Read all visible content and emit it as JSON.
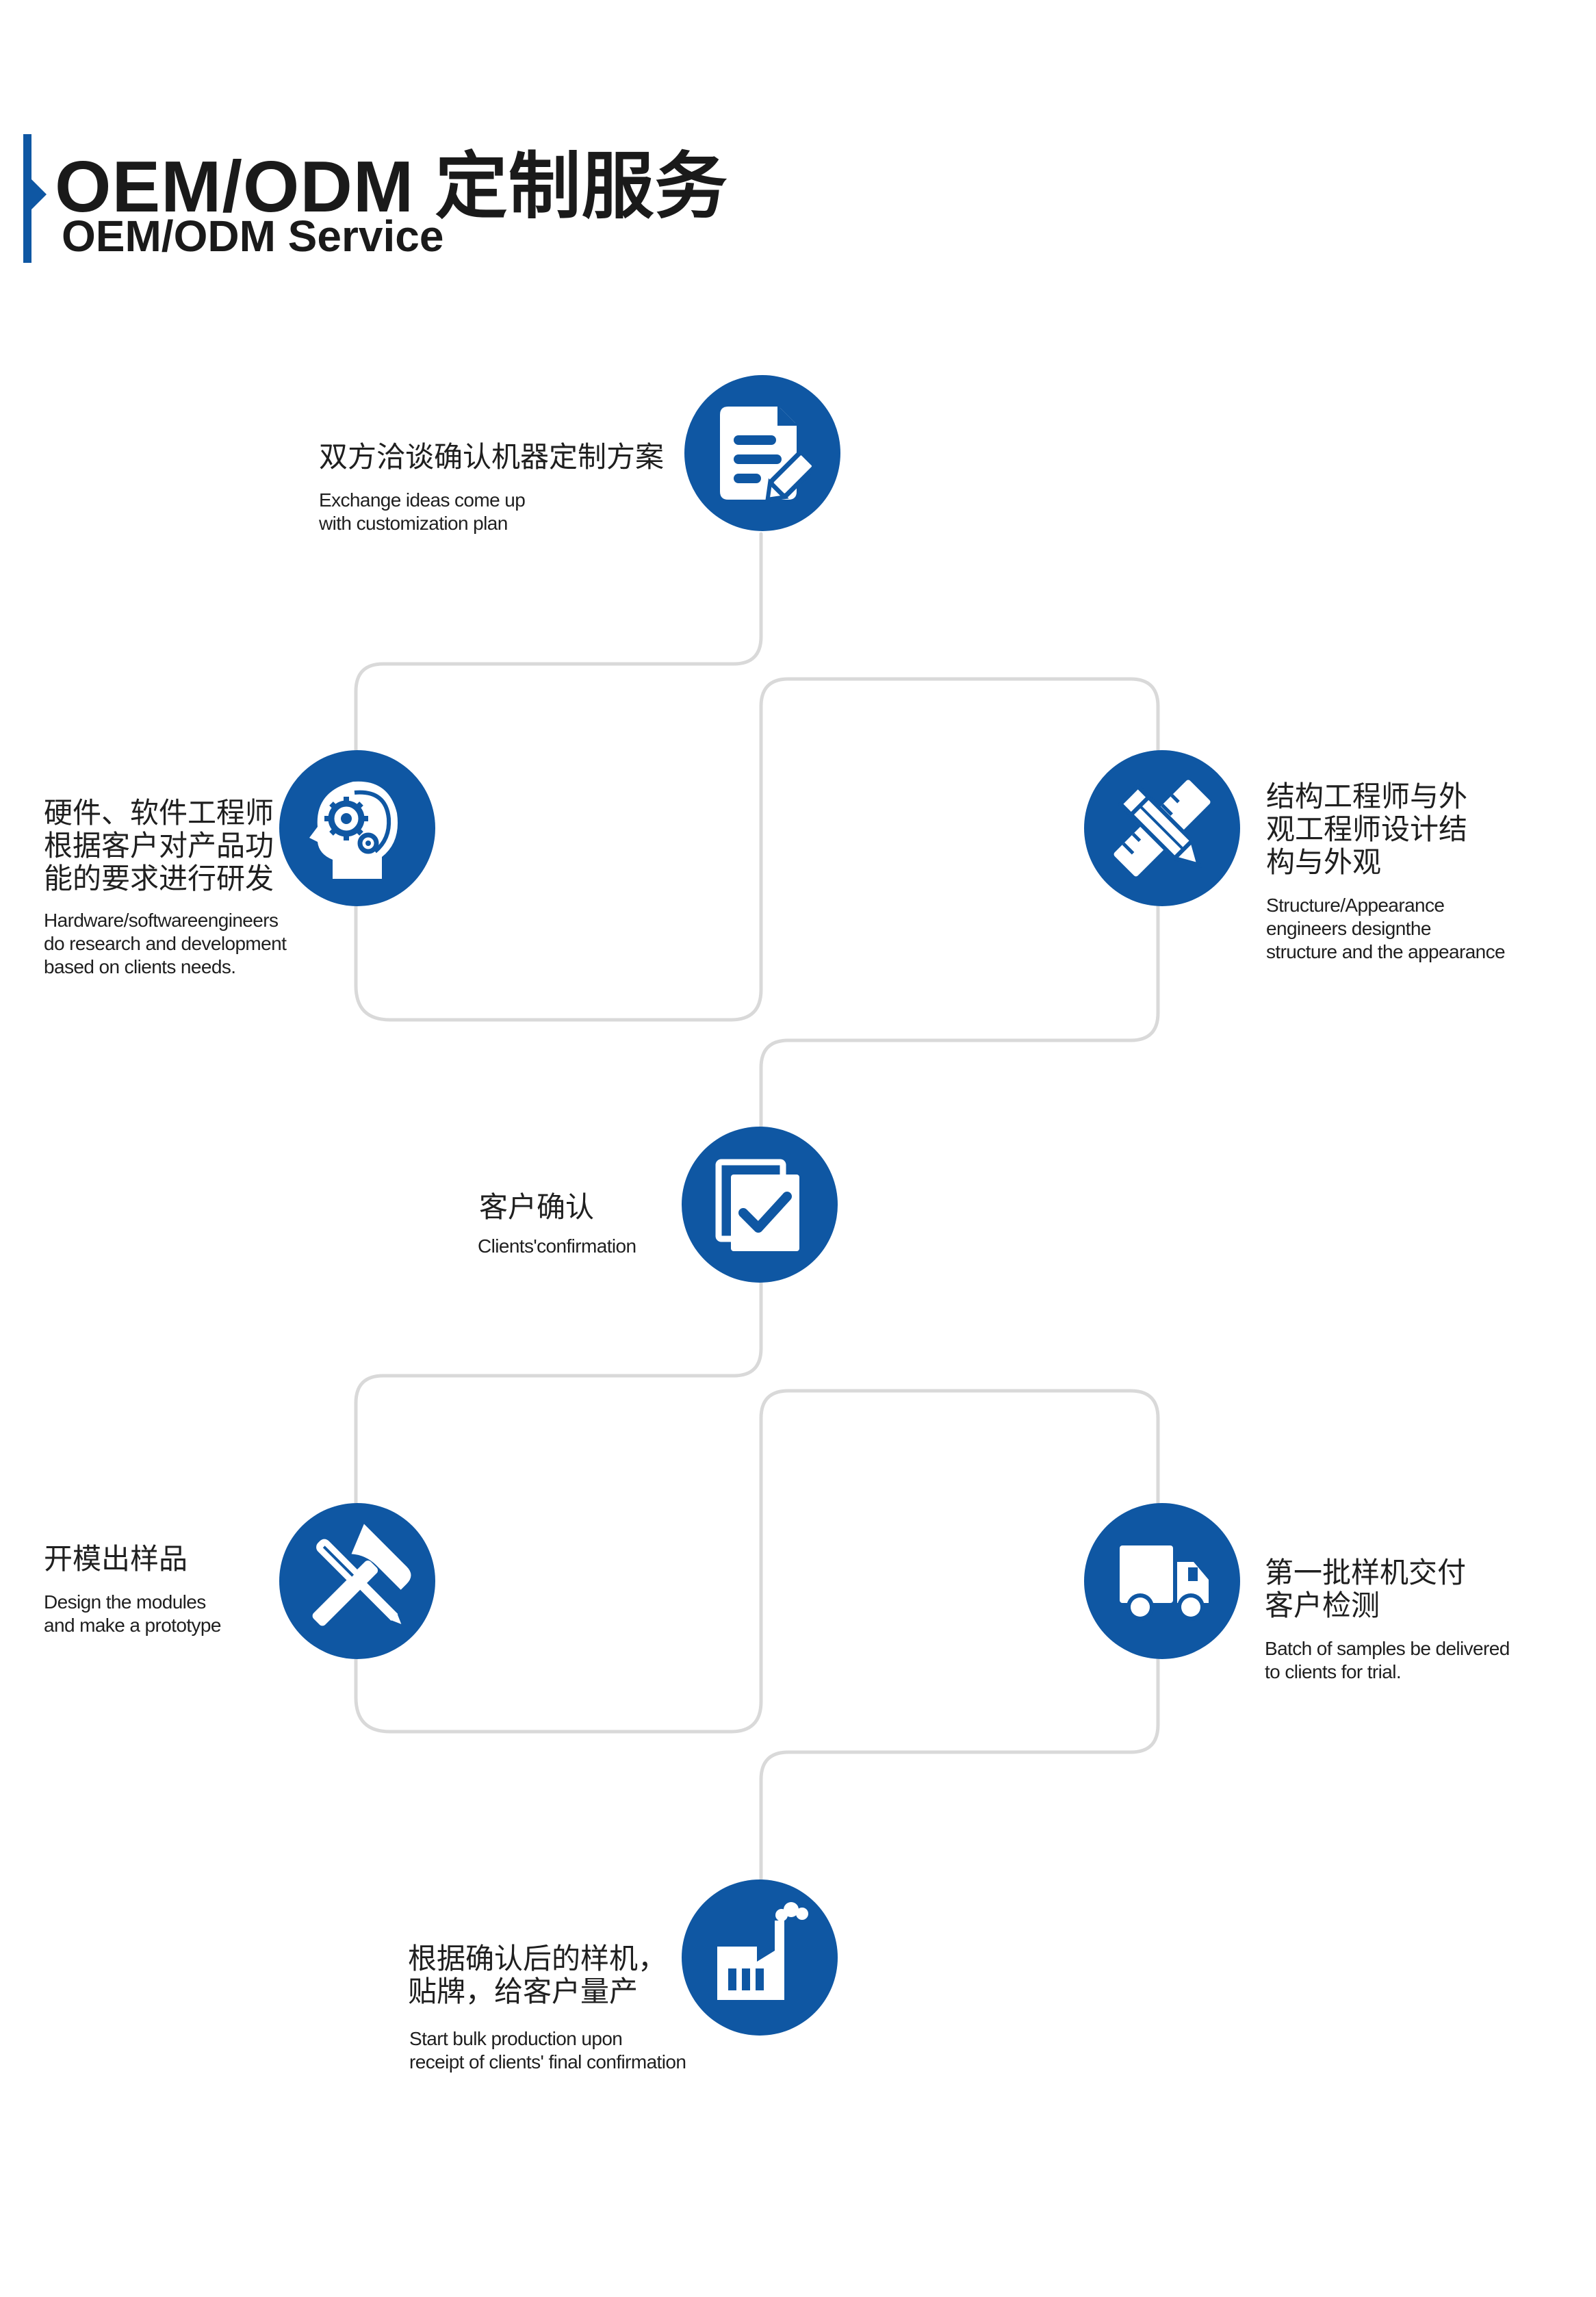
{
  "header": {
    "title_cn": "OEM/ODM 定制服务",
    "title_en": "OEM/ODM Service"
  },
  "colors": {
    "accent": "#0f57a3",
    "path": "#d9d9d9"
  },
  "steps": [
    {
      "icon": "document-edit-icon",
      "cn": [
        "双方洽谈确认机器定制方案"
      ],
      "en": [
        "Exchange ideas come up",
        "with customization plan"
      ]
    },
    {
      "icon": "head-gears-icon",
      "cn": [
        "硬件、软件工程师",
        "根据客户对产品功",
        "能的要求进行研发"
      ],
      "en": [
        "Hardware/softwareengineers",
        "do research and development",
        "based on clients needs."
      ]
    },
    {
      "icon": "ruler-pencil-icon",
      "cn": [
        "结构工程师与外",
        "观工程师设计结",
        "构与外观"
      ],
      "en": [
        "Structure/Appearance",
        "engineers designthe",
        "structure and the appearance"
      ]
    },
    {
      "icon": "checklist-icon",
      "cn": [
        "客户确认"
      ],
      "en": [
        "Clients'confirmation"
      ]
    },
    {
      "icon": "hammer-screwdriver-icon",
      "cn": [
        "开模出样品"
      ],
      "en": [
        "Design the modules",
        "and make a prototype"
      ]
    },
    {
      "icon": "delivery-truck-icon",
      "cn": [
        "第一批样机交付",
        "客户检测"
      ],
      "en": [
        "Batch of samples be delivered",
        "to clients for trial."
      ]
    },
    {
      "icon": "factory-icon",
      "cn": [
        "根据确认后的样机，",
        "贴牌，给客户量产"
      ],
      "en": [
        "Start bulk production upon",
        "receipt of clients' final confirmation"
      ]
    }
  ]
}
